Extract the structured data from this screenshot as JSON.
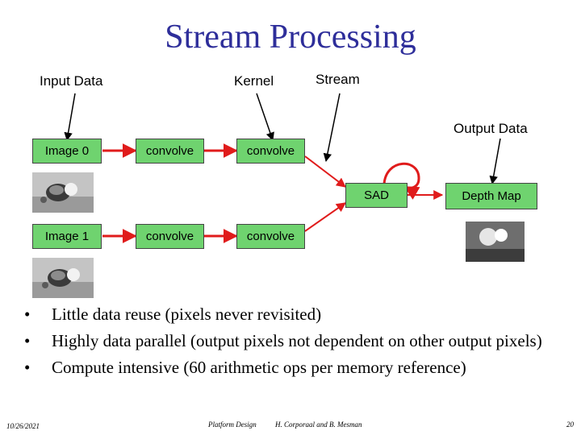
{
  "title": "Stream Processing",
  "labels": {
    "input_data": "Input Data",
    "kernel": "Kernel",
    "stream": "Stream",
    "output_data": "Output Data"
  },
  "nodes": {
    "image0": "Image 0",
    "image1": "Image 1",
    "convolve_0a": "convolve",
    "convolve_0b": "convolve",
    "convolve_1a": "convolve",
    "convolve_1b": "convolve",
    "sad": "SAD",
    "depth_map": "Depth Map"
  },
  "colors": {
    "node_fill": "#6fd36f",
    "arrow": "#e01b1b",
    "title": "#2e2e9a"
  },
  "bullets": [
    "Little data reuse (pixels never revisited)",
    "Highly data parallel (output pixels not dependent on other output pixels)",
    "Compute intensive (60 arithmetic ops per memory reference)"
  ],
  "footer": {
    "date": "10/26/2021",
    "course": "Platform Design",
    "authors": "H. Corporaal and B. Mesman",
    "page": "20"
  }
}
